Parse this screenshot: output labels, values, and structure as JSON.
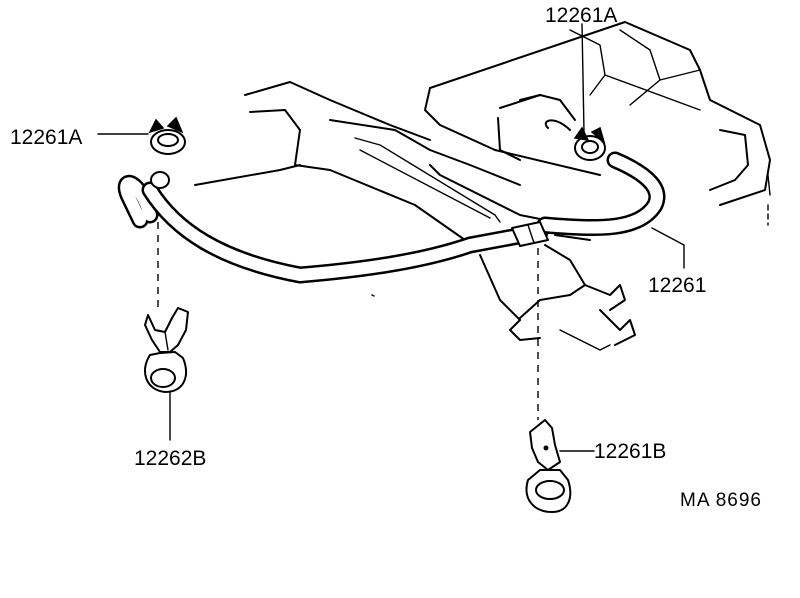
{
  "labels": {
    "clamp_top_right": "12261A",
    "clamp_top_left": "12261A",
    "hose": "12261",
    "bracket_left": "12262B",
    "bracket_right": "12261B"
  },
  "figure_code": "MA 8696"
}
